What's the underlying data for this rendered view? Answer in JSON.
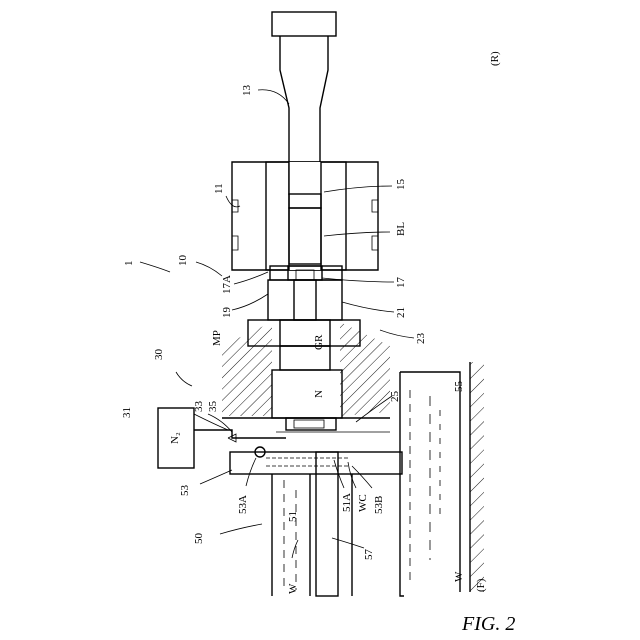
{
  "labels": {
    "r": "(R)",
    "f": "(F)",
    "n13": "13",
    "n11": "11",
    "n15": "15",
    "bl": "BL",
    "n1": "1",
    "n10": "10",
    "n17a": "17A",
    "n17": "17",
    "n19": "19",
    "n21": "21",
    "mp": "MP",
    "gr": "GR",
    "n23": "23",
    "n30": "30",
    "n": "N",
    "n25": "25",
    "n55": "55",
    "n31": "31",
    "n2": "N₂",
    "n33": "33",
    "n35": "35",
    "n53": "53",
    "n53a": "53A",
    "n51": "51",
    "n51a": "51A",
    "wc": "WC",
    "n53b": "53B",
    "n50": "50",
    "n57": "57",
    "w1": "W",
    "w2": "W"
  },
  "caption": "FIG. 2"
}
